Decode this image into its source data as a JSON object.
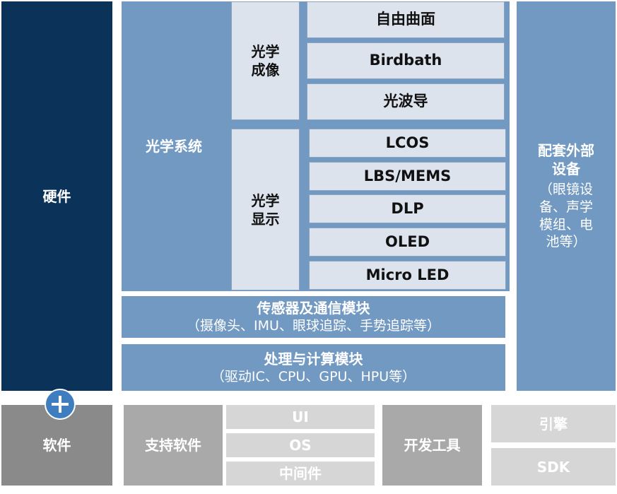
{
  "hardware": {
    "label": "硬件",
    "optical_system": "光学系统",
    "optical_imaging": {
      "label": "光学\n成像",
      "items": [
        "自由曲面",
        "Birdbath",
        "光波导"
      ]
    },
    "optical_display": {
      "label": "光学\n显示",
      "items": [
        "LCOS",
        "LBS/MEMS",
        "DLP",
        "OLED",
        "Micro LED"
      ]
    },
    "sensor_module": {
      "title": "传感器及通信模块",
      "detail": "（摄像头、IMU、眼球追踪、手势追踪等）"
    },
    "compute_module": {
      "title": "处理与计算模块",
      "detail": "（驱动IC、CPU、GPU、HPU等）"
    },
    "peripherals": {
      "title": "配套外部\n设备",
      "detail": "（眼镜设\n备、声学\n模组、电\n池等）"
    }
  },
  "software": {
    "label": "软件",
    "support_software": "支持软件",
    "support_items": [
      "UI",
      "OS",
      "中间件"
    ],
    "dev_tools": "开发工具",
    "dev_items": [
      "引擎",
      "SDK"
    ]
  },
  "colors": {
    "navy": "#0b3259",
    "blue": "#7199c2",
    "pale": "#dde3ec",
    "gray_dark": "#8a8a8a",
    "gray_mid": "#a9a9a9",
    "gray_light": "#d6d6d6",
    "plus_badge": "#3d7dc0"
  },
  "icons": {
    "plus": "plus-icon"
  }
}
